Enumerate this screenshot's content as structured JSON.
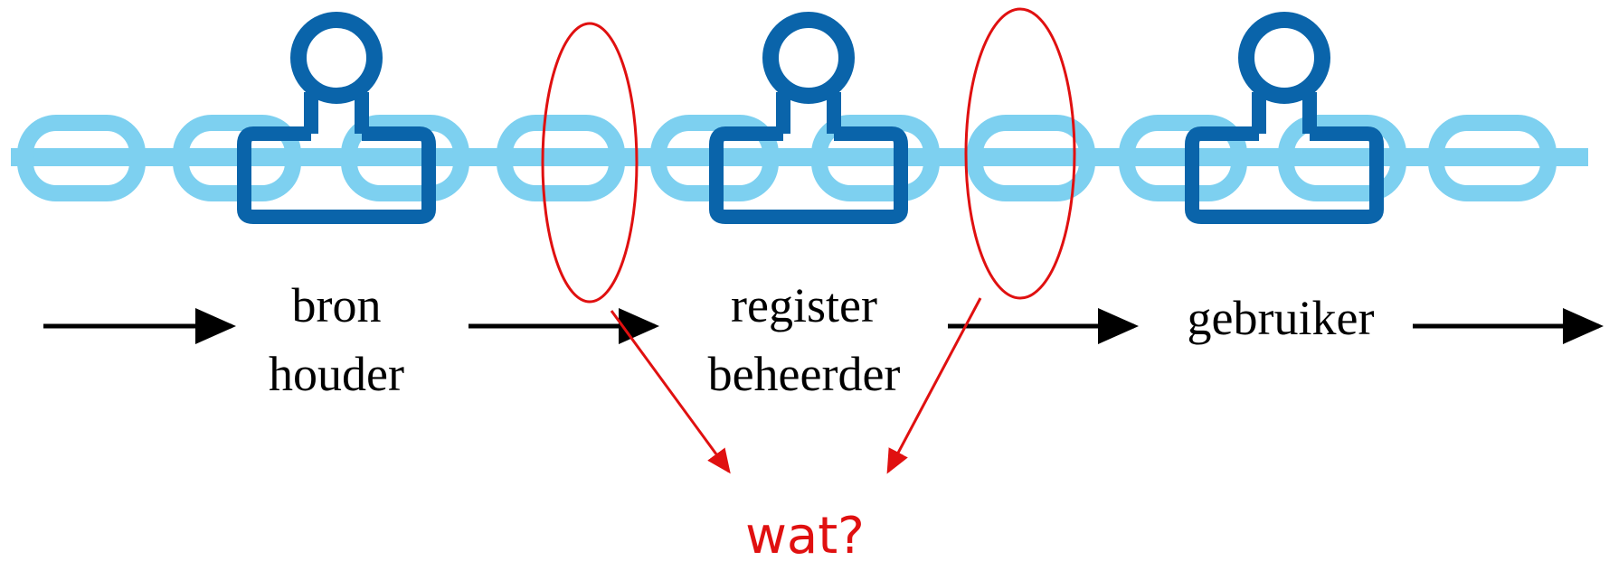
{
  "roles": [
    {
      "line1": "bron",
      "line2": "houder"
    },
    {
      "line1": "register",
      "line2": "beheerder"
    },
    {
      "line1": "gebruiker",
      "line2": ""
    }
  ],
  "question": "wat?",
  "colors": {
    "chain_light": "#7dd0f0",
    "chain_dark": "#0a64aa",
    "highlight": "#e01010",
    "arrow": "#000000",
    "text": "#000000"
  },
  "icons": {
    "person": "person-icon",
    "chain": "chain-icon"
  }
}
